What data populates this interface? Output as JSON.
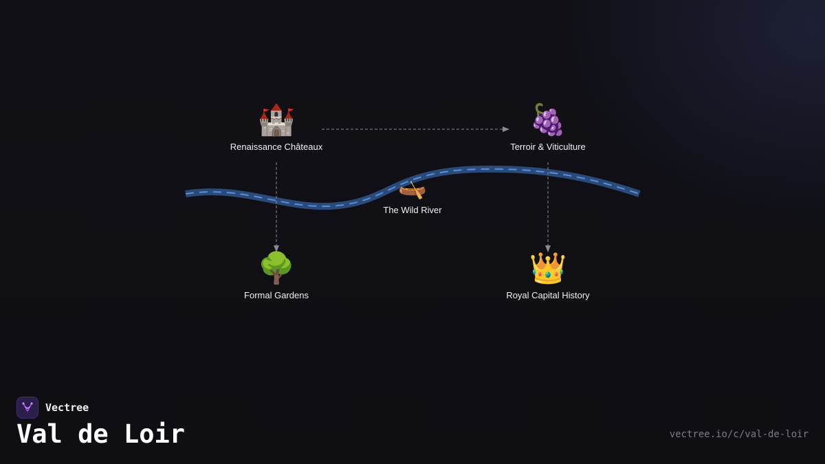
{
  "background_color": "#0f0f14",
  "river": {
    "edge_color": "#2a4a7a",
    "dash_color": "#5a8fd6"
  },
  "connector_color": "#8a8a94",
  "nodes": [
    {
      "id": "chateaux",
      "label": "Renaissance Châteaux",
      "icon": "🏰",
      "icon_name": "castle-icon"
    },
    {
      "id": "terroir",
      "label": "Terroir & Viticulture",
      "icon": "🍇",
      "icon_name": "grapes-icon"
    },
    {
      "id": "river",
      "label": "The Wild River",
      "icon": "🛶",
      "icon_name": "canoe-icon"
    },
    {
      "id": "gardens",
      "label": "Formal Gardens",
      "icon": "🌳",
      "icon_name": "tree-icon"
    },
    {
      "id": "royal",
      "label": "Royal Capital History",
      "icon": "👑",
      "icon_name": "crown-icon"
    }
  ],
  "edges": [
    {
      "from": "chateaux",
      "to": "terroir"
    },
    {
      "from": "chateaux",
      "to": "gardens"
    },
    {
      "from": "terroir",
      "to": "royal"
    }
  ],
  "brand": {
    "name": "Vectree",
    "logo_icon": "vectree-logo-icon",
    "accent": "#a64de6"
  },
  "title": "Val de Loir",
  "url": "vectree.io/c/val-de-loir"
}
